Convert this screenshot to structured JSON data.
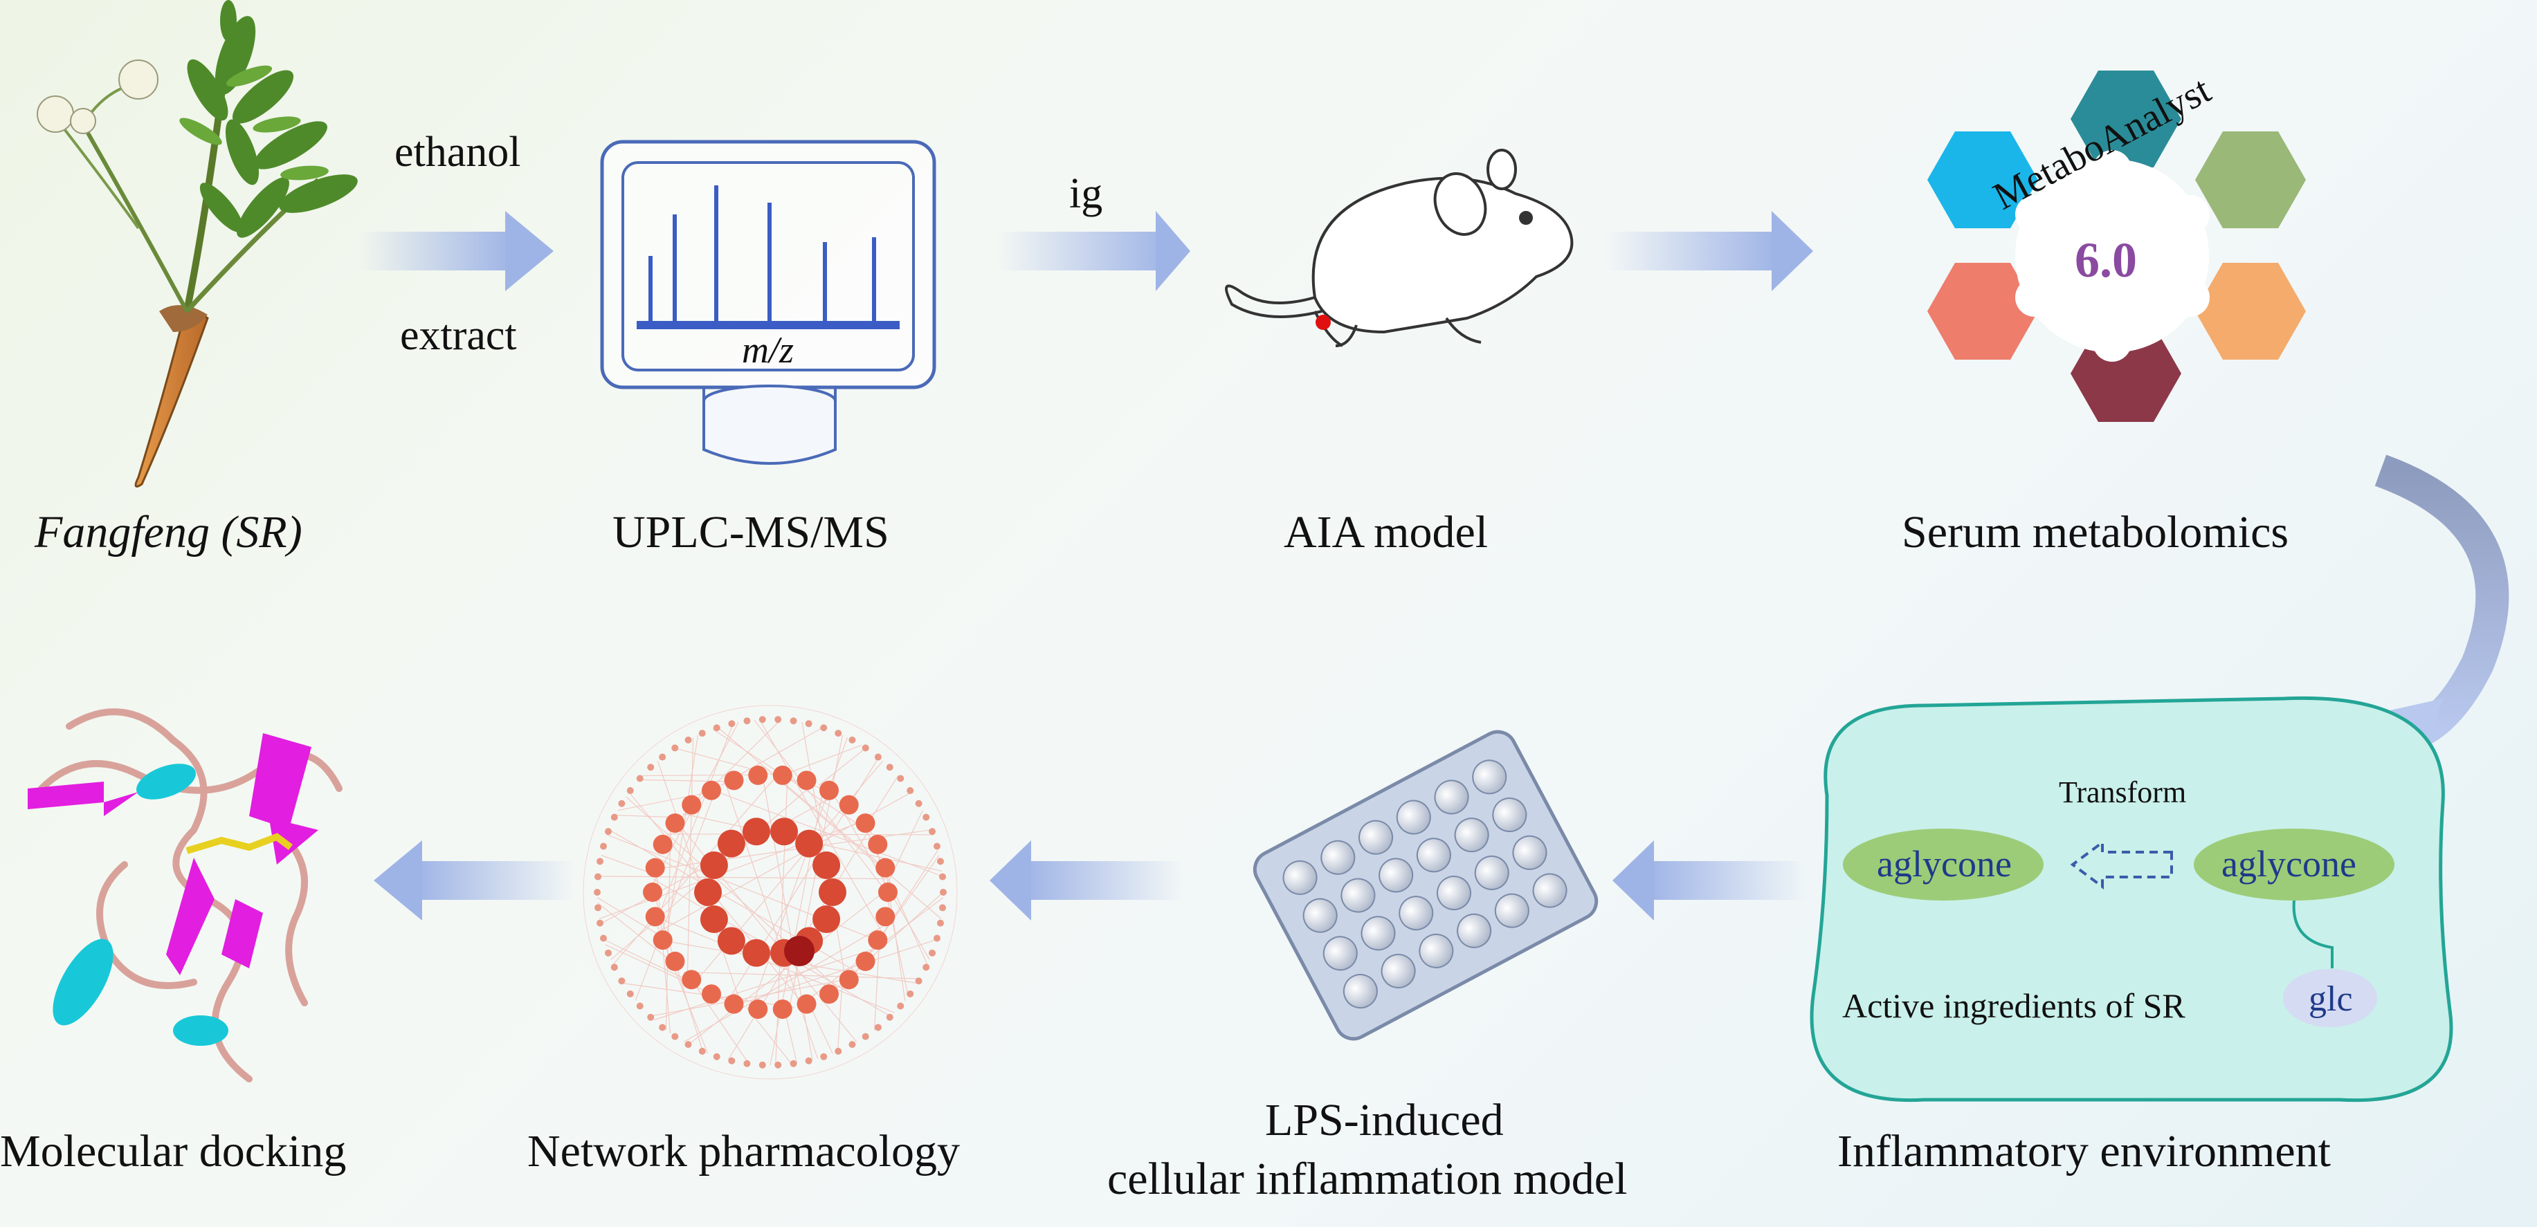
{
  "top_row": {
    "plant_label": "Fangfeng (SR)",
    "arrow1_top": "ethanol",
    "arrow1_bottom": "extract",
    "ms_axis": "m/z",
    "ms_label": "UPLC-MS/MS",
    "arrow2_top": "ig",
    "mouse_label": "AIA model",
    "metabo_name": "MetaboAnalyst",
    "metabo_version": "6.0",
    "metabo_label": "Serum metabolomics"
  },
  "bottom_row": {
    "docking_label": "Molecular docking",
    "network_label": "Network pharmacology",
    "cell_label_line1": "LPS-induced",
    "cell_label_line2": "cellular inflammation model",
    "env_label": "Inflammatory environment",
    "transform": "Transform",
    "aglycone_left": "aglycone",
    "aglycone_right": "aglycone",
    "glc": "glc",
    "active": "Active ingredients of SR"
  },
  "colors": {
    "arrow": "#9fb4e6",
    "hex_teal": "#2a8c98",
    "hex_blue": "#1ab6ea",
    "hex_green": "#9ab878",
    "hex_coral": "#ee7d6c",
    "hex_orange": "#f4ab6c",
    "hex_maroon": "#8c3848",
    "env_fill": "#c9f0ea",
    "env_stroke": "#23a596",
    "aglycone_fill": "#9ccc78",
    "glc_fill": "#d5dbf2"
  }
}
